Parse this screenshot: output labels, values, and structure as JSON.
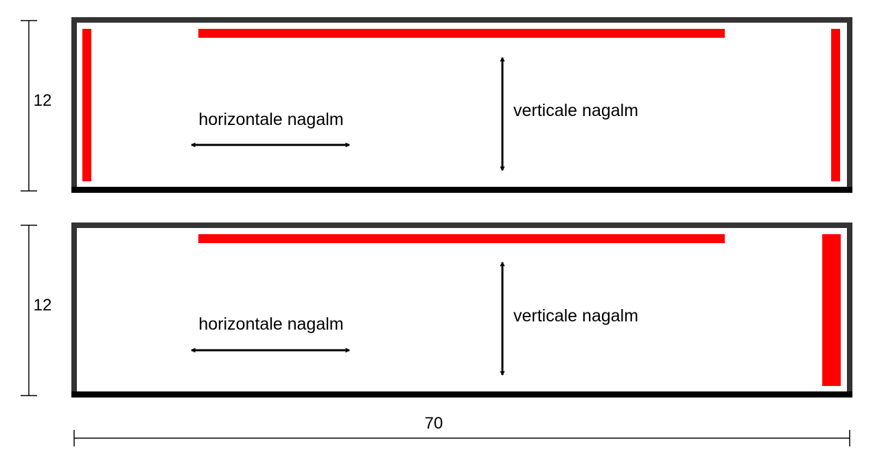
{
  "colors": {
    "frame": "#333333",
    "floor": "#000000",
    "panel": "#ff0000",
    "line": "#000000"
  },
  "dimensions": {
    "height_top": "12",
    "height_bottom": "12",
    "width": "70"
  },
  "rooms": [
    {
      "horizontal_label": "horizontale nagalm",
      "vertical_label": "verticale nagalm"
    },
    {
      "horizontal_label": "horizontale nagalm",
      "vertical_label": "verticale nagalm"
    }
  ]
}
